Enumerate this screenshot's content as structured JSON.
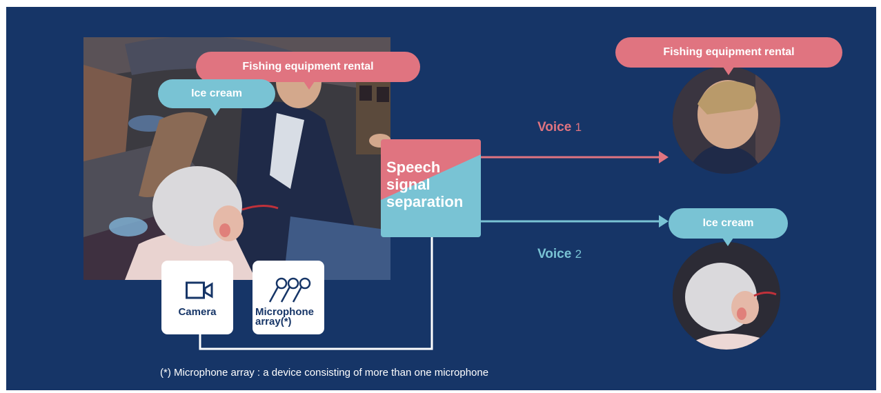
{
  "scene": {
    "bubble_rental": "Fishing equipment rental",
    "bubble_icecream": "Ice cream"
  },
  "process": {
    "label_line1": "Speech",
    "label_line2": "signal",
    "label_line3": "separation"
  },
  "devices": {
    "camera_label": "Camera",
    "microphone_label_line1": "Microphone",
    "microphone_label_line2": "array(*)"
  },
  "outputs": {
    "voice1_word": "Voice",
    "voice1_num": "1",
    "voice2_word": "Voice",
    "voice2_num": "2",
    "bubble_rental": "Fishing equipment rental",
    "bubble_icecream": "Ice cream"
  },
  "footnote": "(*) Microphone array : a device consisting of more than one microphone",
  "colors": {
    "background": "#163567",
    "voice1": "#e07480",
    "voice2": "#79c3d4"
  },
  "icons": [
    "camera-icon",
    "microphone-array-icon"
  ]
}
